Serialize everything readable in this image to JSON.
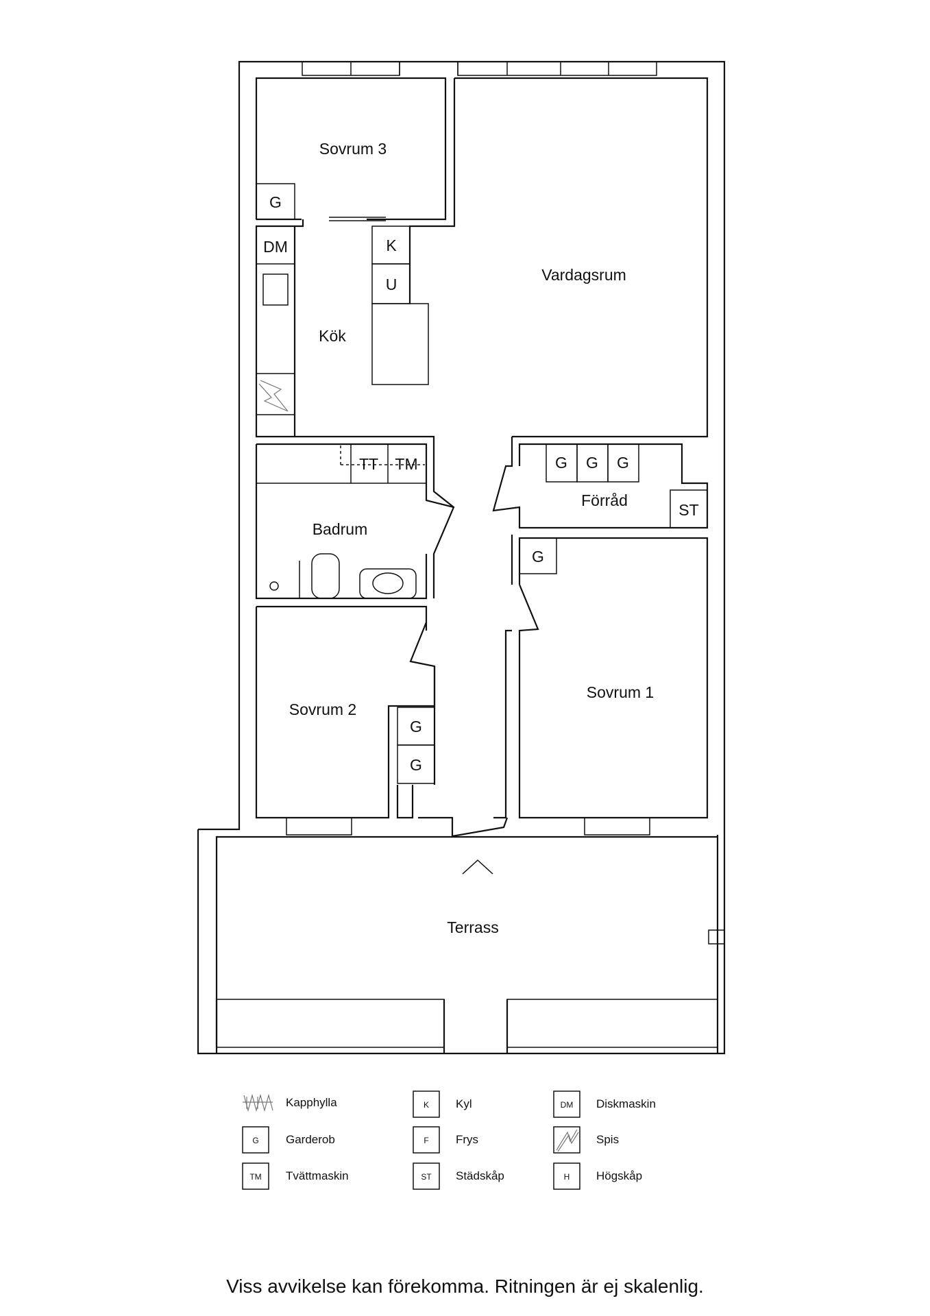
{
  "rooms": {
    "sovrum3": "Sovrum 3",
    "kok": "Kök",
    "vardagsrum": "Vardagsrum",
    "badrum": "Badrum",
    "forrad": "Förråd",
    "sovrum2": "Sovrum 2",
    "sovrum1": "Sovrum 1",
    "terrass": "Terrass"
  },
  "fixtures": {
    "g": "G",
    "dm": "DM",
    "k": "K",
    "u": "U",
    "tt": "TT",
    "tm": "TM",
    "st": "ST"
  },
  "legend": [
    {
      "code": "",
      "icon": "coat-rack-icon",
      "label": "Kapphylla"
    },
    {
      "code": "K",
      "label": "Kyl"
    },
    {
      "code": "DM",
      "label": "Diskmaskin"
    },
    {
      "code": "G",
      "label": "Garderob"
    },
    {
      "code": "F",
      "label": "Frys"
    },
    {
      "code": "",
      "icon": "stove-icon",
      "label": "Spis"
    },
    {
      "code": "TM",
      "label": "Tvättmaskin"
    },
    {
      "code": "ST",
      "label": "Städskåp"
    },
    {
      "code": "H",
      "label": "Högskåp"
    }
  ],
  "disclaimer": "Viss avvikelse kan förekomma. Ritningen är ej skalenlig."
}
